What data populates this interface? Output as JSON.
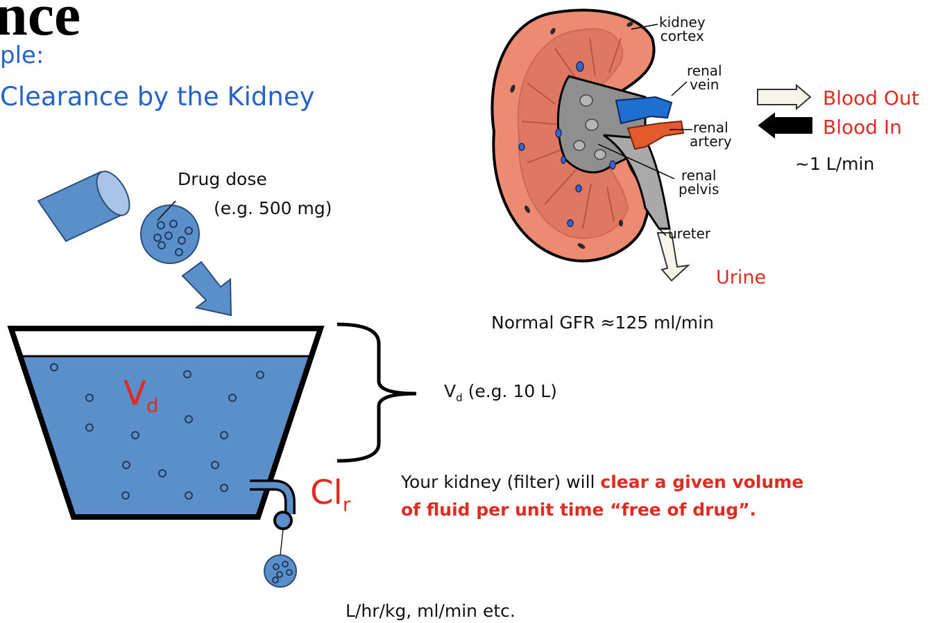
{
  "slide": {
    "title_fragment": "nce",
    "subtitle_fragment": "ple:",
    "heading_fragment": "Clearance by the Kidney"
  },
  "left_diagram": {
    "drug_dose_label": "Drug dose",
    "drug_dose_example": "(e.g. 500 mg)",
    "tank_symbol": "V",
    "tank_symbol_sub": "d",
    "volume_label": "V",
    "volume_label_sub": "d",
    "volume_example": "(e.g. 10 L)",
    "clearance_symbol": "Cl",
    "clearance_symbol_sub": "r",
    "units_text": "L/hr/kg, ml/min etc."
  },
  "kidney_diagram": {
    "labels": {
      "cortex_line1": "kidney",
      "cortex_line2": "cortex",
      "vein_line1": "renal",
      "vein_line2": "vein",
      "artery_line1": "renal",
      "artery_line2": "artery",
      "pelvis_line1": "renal",
      "pelvis_line2": "pelvis",
      "ureter": "ureter"
    },
    "blood_out": "Blood Out",
    "blood_in": "Blood In",
    "blood_flow": "~1 L/min",
    "urine": "Urine",
    "gfr": "Normal GFR  ≈125 ml/min"
  },
  "statement": {
    "plain": "Your kidney (filter) will ",
    "emphasis_line1": "clear a given volume",
    "emphasis_line2": "of fluid per unit time “free of drug”."
  },
  "colors": {
    "accent_blue": "#2563c9",
    "accent_red": "#e02b20",
    "fluid_blue": "#5b8fc9",
    "kidney_orange": "#ec8a72"
  }
}
